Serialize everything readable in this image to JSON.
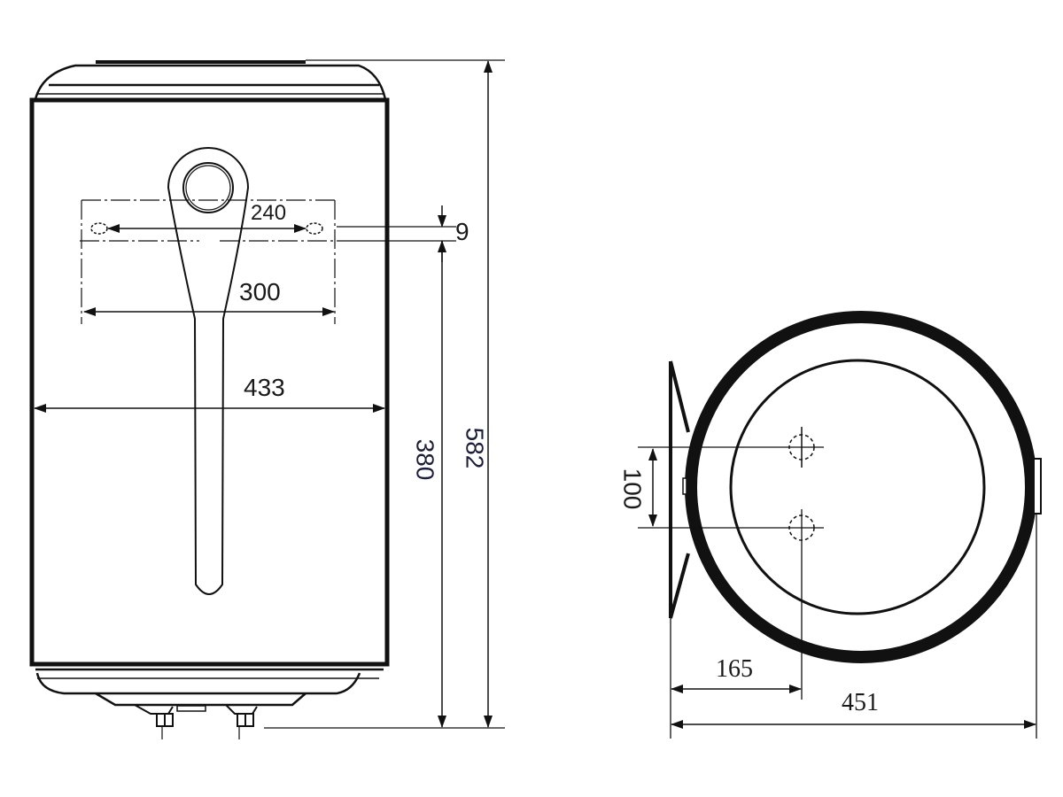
{
  "drawing": {
    "subject": "Wall-mounted electric water heater dimensional drawing",
    "units": "mm",
    "stroke_color": "#111111",
    "label_color": "#1a1a1a"
  },
  "front_view": {
    "dimensions": {
      "hook_spacing": "240",
      "hook_offset": "9",
      "bracket_width": "300",
      "body_width": "433",
      "hook_to_bottom": "380",
      "total_height": "582"
    }
  },
  "side_view": {
    "dimensions": {
      "pipe_spacing": "100",
      "pipe_depth": "165",
      "total_depth": "451"
    }
  }
}
